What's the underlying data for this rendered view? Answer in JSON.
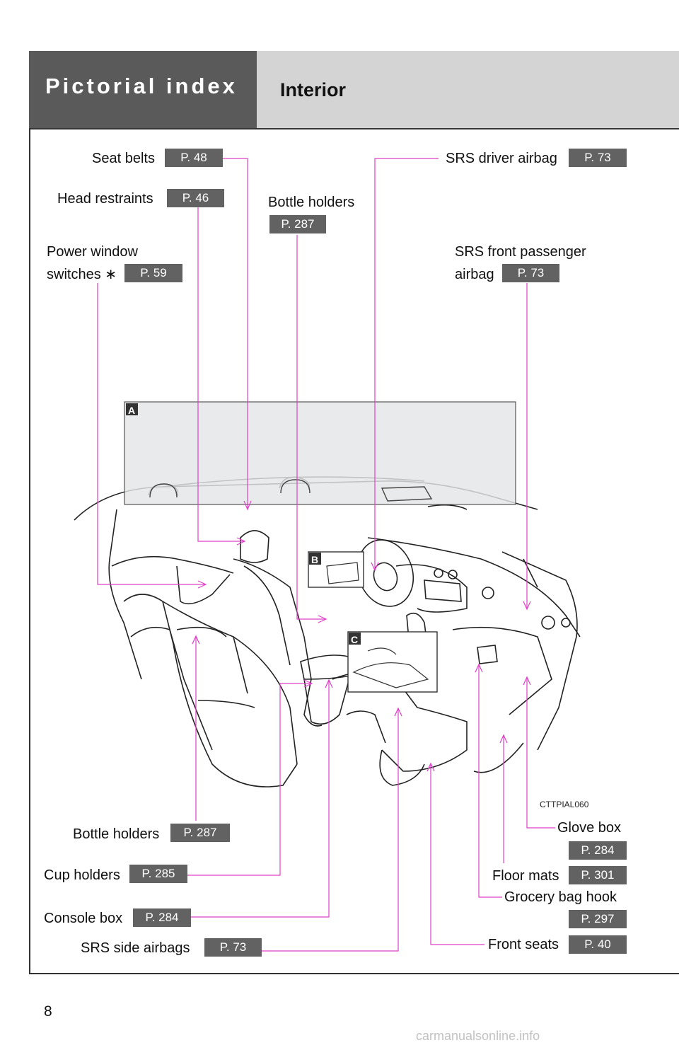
{
  "header": {
    "section": "Pictorial index",
    "subsection": "Interior"
  },
  "callouts": {
    "seat_belts": {
      "label": "Seat belts",
      "page": "P. 48"
    },
    "head_restraints": {
      "label": "Head restraints",
      "page": "P. 46"
    },
    "bottle_holders_top": {
      "label": "Bottle holders",
      "page": "P. 287"
    },
    "power_window": {
      "line1": "Power window",
      "line2": "switches ∗",
      "page": "P. 59"
    },
    "srs_driver_airbag": {
      "label": "SRS driver airbag",
      "page": "P. 73"
    },
    "srs_front_passenger": {
      "line1": "SRS front passenger",
      "line2": "airbag",
      "page": "P. 73"
    },
    "bottle_holders_bottom": {
      "label": "Bottle holders",
      "page": "P. 287"
    },
    "cup_holders": {
      "label": "Cup holders",
      "page": "P. 285"
    },
    "console_box": {
      "label": "Console box",
      "page": "P. 284"
    },
    "srs_side_airbags": {
      "label": "SRS side airbags",
      "page": "P. 73"
    },
    "glove_box": {
      "label": "Glove box",
      "page": "P. 284"
    },
    "floor_mats": {
      "label": "Floor mats",
      "page": "P. 301"
    },
    "grocery_bag_hook": {
      "label": "Grocery bag hook",
      "page": "P. 297"
    },
    "front_seats": {
      "label": "Front seats",
      "page": "P. 40"
    }
  },
  "diagram": {
    "panel_a": "A",
    "panel_b": "B",
    "panel_c": "C",
    "code": "CTTPIAL060"
  },
  "footer": {
    "page_number": "8",
    "watermark": "carmanualsonline.info"
  },
  "colors": {
    "leader": "#e040c8",
    "badge": "#626262",
    "header_dark": "#5a5a5a",
    "header_light": "#d4d4d4"
  }
}
